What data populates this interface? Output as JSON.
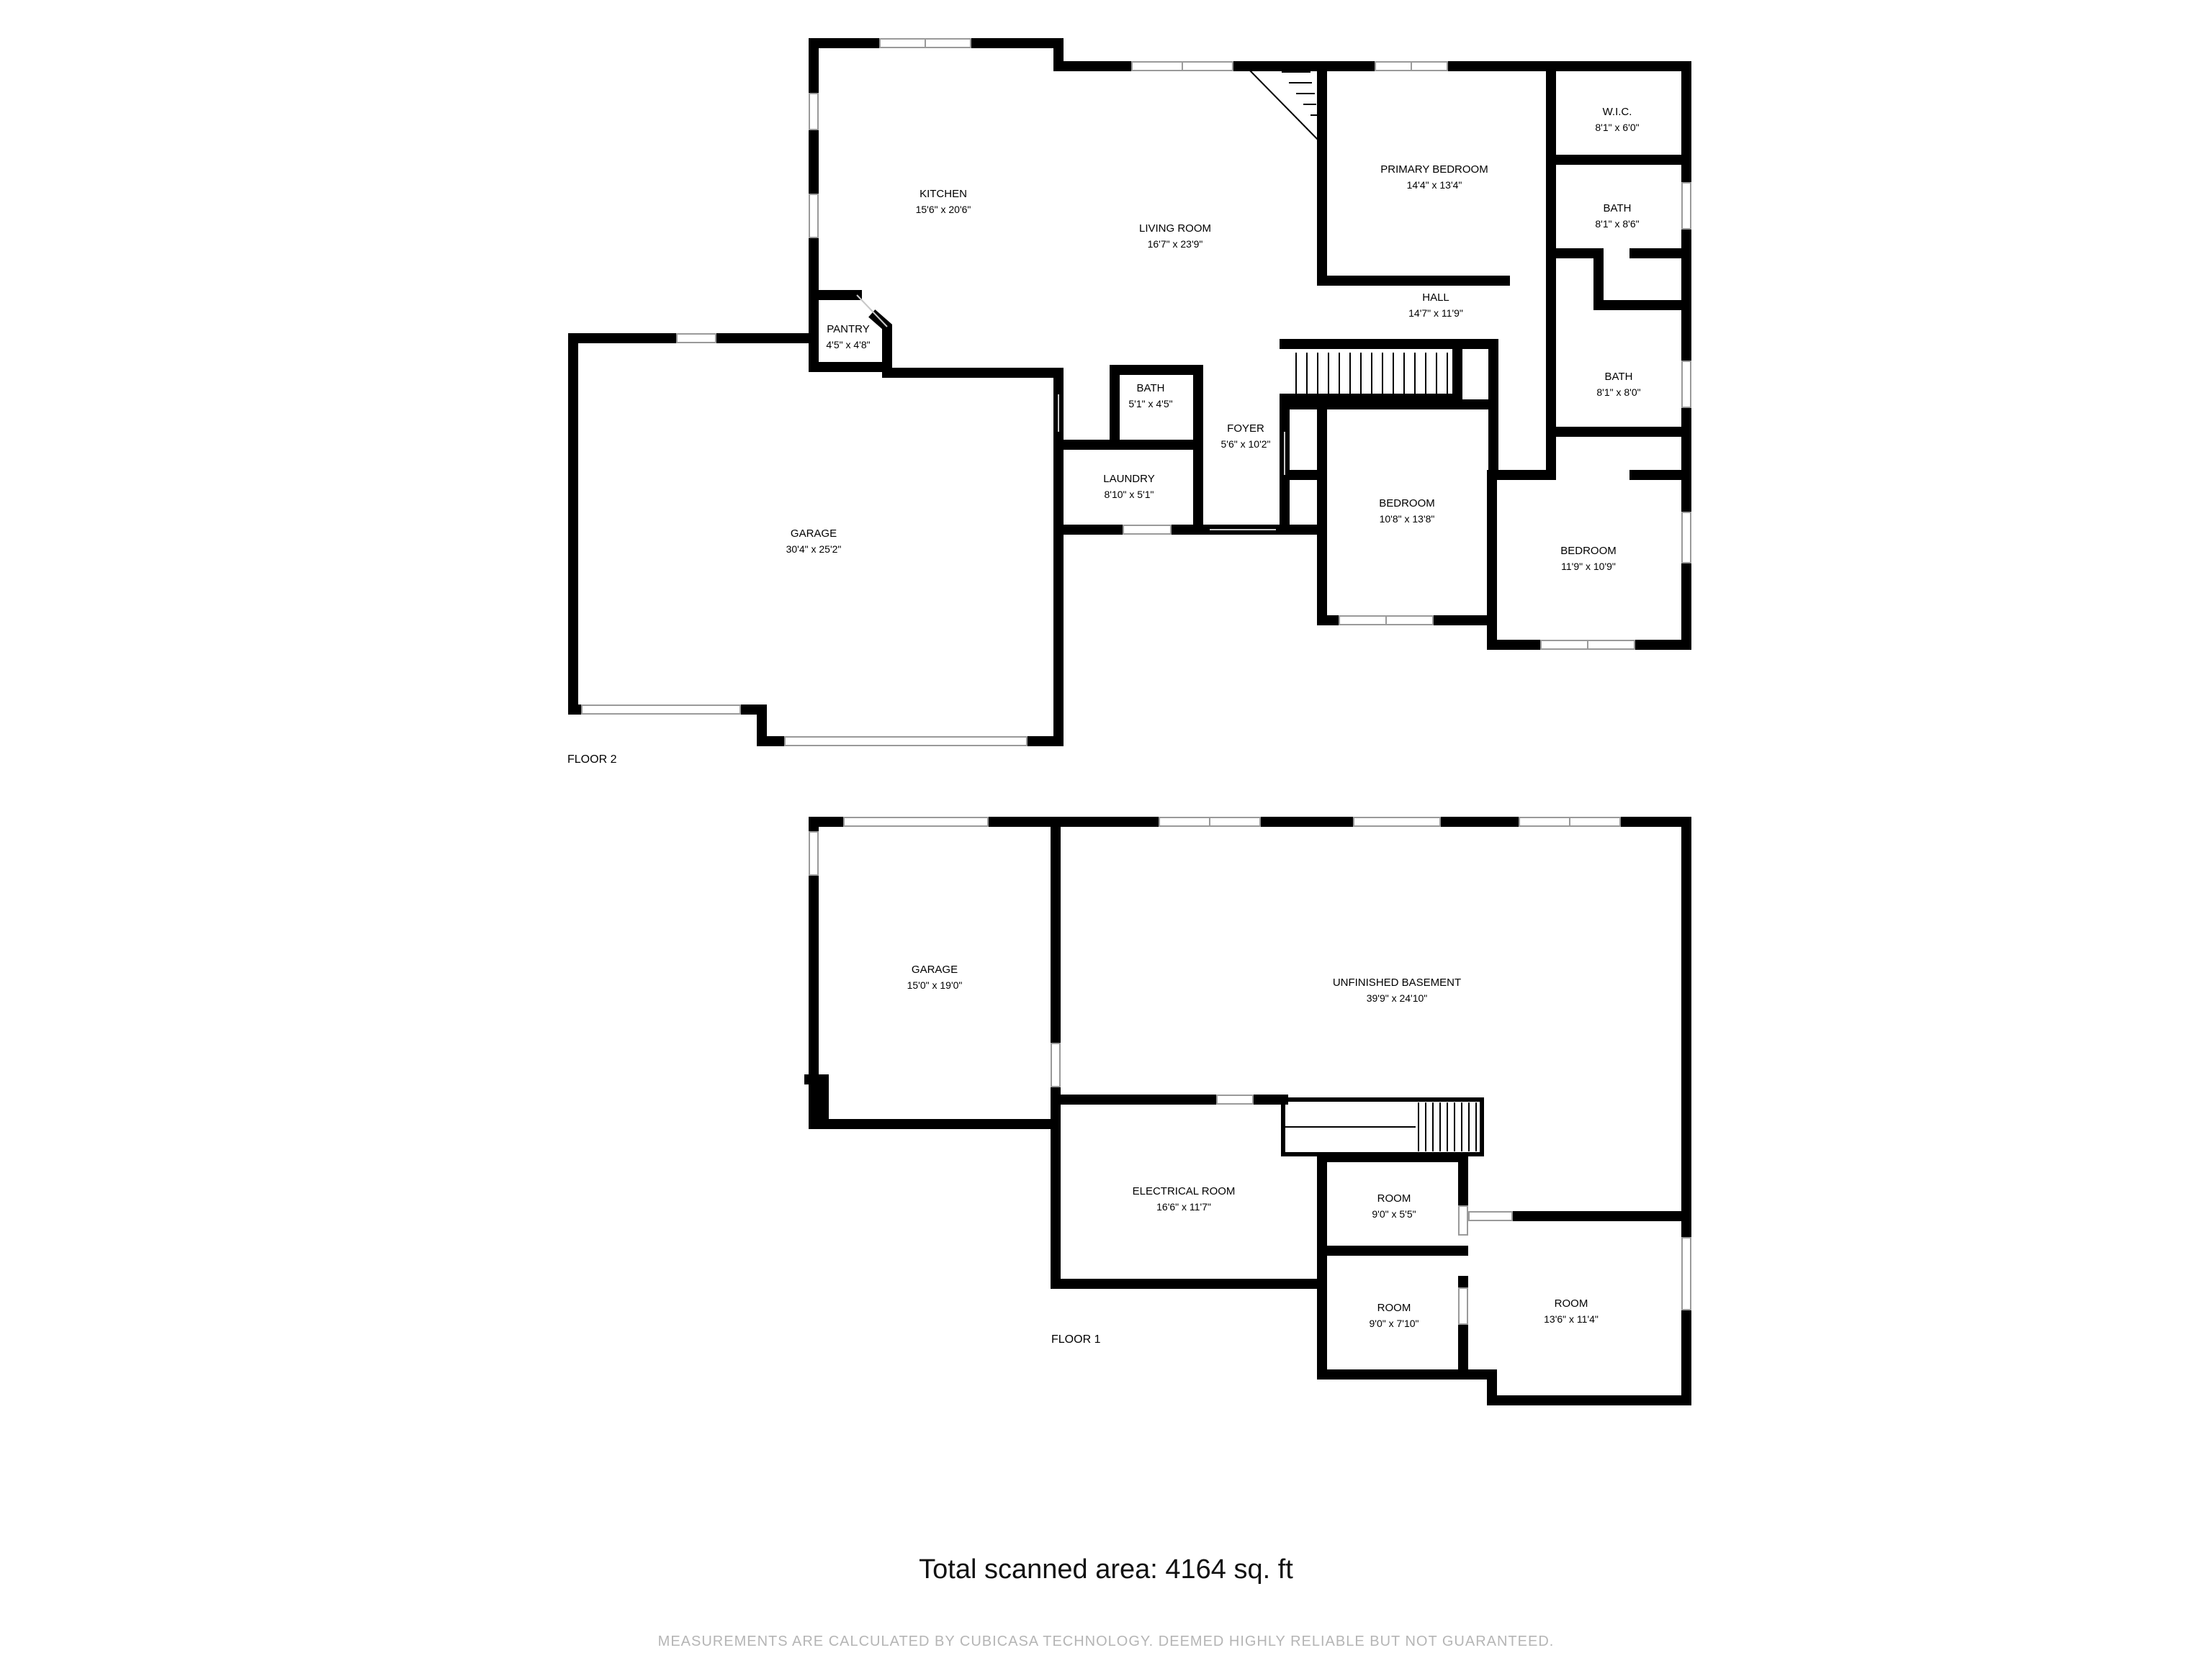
{
  "floors": [
    {
      "label": "FLOOR 2",
      "rooms": [
        {
          "name": "KITCHEN",
          "dims": "15'6\" x 20'6\""
        },
        {
          "name": "LIVING ROOM",
          "dims": "16'7\" x 23'9\""
        },
        {
          "name": "PRIMARY BEDROOM",
          "dims": "14'4\" x 13'4\""
        },
        {
          "name": "W.I.C.",
          "dims": "8'1\" x 6'0\""
        },
        {
          "name": "BATH",
          "dims": "8'1\" x 8'6\""
        },
        {
          "name": "HALL",
          "dims": "14'7\" x 11'9\""
        },
        {
          "name": "BATH",
          "dims": "8'1\" x 8'0\""
        },
        {
          "name": "PANTRY",
          "dims": "4'5\" x 4'8\""
        },
        {
          "name": "BATH",
          "dims": "5'1\" x 4'5\""
        },
        {
          "name": "FOYER",
          "dims": "5'6\" x 10'2\""
        },
        {
          "name": "LAUNDRY",
          "dims": "8'10\" x 5'1\""
        },
        {
          "name": "GARAGE",
          "dims": "30'4\" x 25'2\""
        },
        {
          "name": "BEDROOM",
          "dims": "10'8\" x 13'8\""
        },
        {
          "name": "BEDROOM",
          "dims": "11'9\" x 10'9\""
        }
      ]
    },
    {
      "label": "FLOOR 1",
      "rooms": [
        {
          "name": "GARAGE",
          "dims": "15'0\" x 19'0\""
        },
        {
          "name": "UNFINISHED BASEMENT",
          "dims": "39'9\" x 24'10\""
        },
        {
          "name": "ELECTRICAL ROOM",
          "dims": "16'6\" x 11'7\""
        },
        {
          "name": "ROOM",
          "dims": "9'0\" x 5'5\""
        },
        {
          "name": "ROOM",
          "dims": "9'0\" x 7'10\""
        },
        {
          "name": "ROOM",
          "dims": "13'6\" x 11'4\""
        }
      ]
    }
  ],
  "total_area": "Total scanned area: 4164 sq. ft",
  "disclaimer": "MEASUREMENTS ARE CALCULATED BY CUBICASA TECHNOLOGY. DEEMED HIGHLY RELIABLE BUT NOT GUARANTEED."
}
